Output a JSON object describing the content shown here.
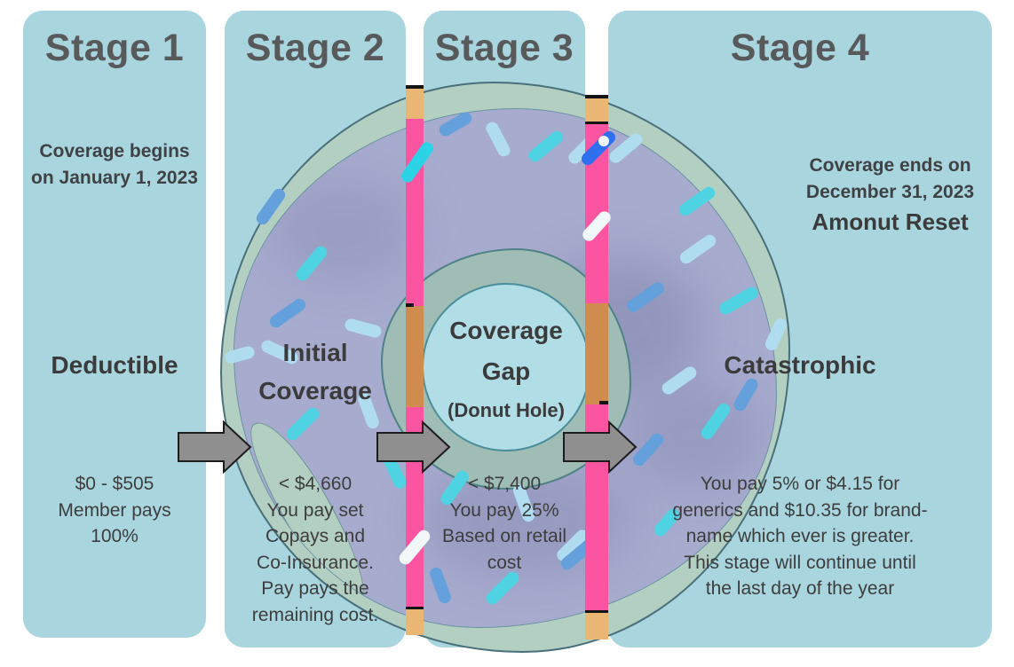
{
  "stages": [
    {
      "title": "Stage 1",
      "note": "Coverage begins\non January 1, 2023",
      "heading": "Deductible",
      "details": "$0 - $505\nMember pays\n100%"
    },
    {
      "title": "Stage 2",
      "heading": "Initial\nCoverage",
      "details": "< $4,660\nYou pay set\nCopays and\nCo-Insurance.\nPay pays the\nremaining cost."
    },
    {
      "title": "Stage 3",
      "heading": "Coverage\nGap",
      "subheading": "(Donut Hole)",
      "details": "< $7,400\nYou pay 25%\nBased on retail\ncost"
    },
    {
      "title": "Stage 4",
      "note": "Coverage ends on\nDecember 31, 2023",
      "note_emphasis": "Amonut Reset",
      "heading": "Catastrophic",
      "details": "You pay 5% or $4.15 for\ngenerics and $10.35 for brand-\nname which ever is greater.\nThis stage will continue until\nthe last day of the year"
    }
  ],
  "colors": {
    "card_background": "#a9d5df",
    "title_text": "#58595b",
    "body_text": "#3d3d3d",
    "donut_frosting_muted": "#a7abce",
    "donut_glaze_band": "#b3cfc2",
    "donut_frosting_raw_pink": "#fb55a1",
    "donut_cake_tan": "#e9b673",
    "donut_cake_deep_orange": "#d08c4e",
    "donut_hole_fill": "#b1dde6",
    "outline_teal": "#4e8287",
    "arrow_fill": "#8f8f8f",
    "sprinkle_cyan": "#4fd2e2",
    "sprinkle_pale_blue": "#b0dcf0",
    "sprinkle_blue": "#64a0dc",
    "sprinkle_bright_blue": "#2e6ff0",
    "sprinkle_white": "#ffffff"
  }
}
